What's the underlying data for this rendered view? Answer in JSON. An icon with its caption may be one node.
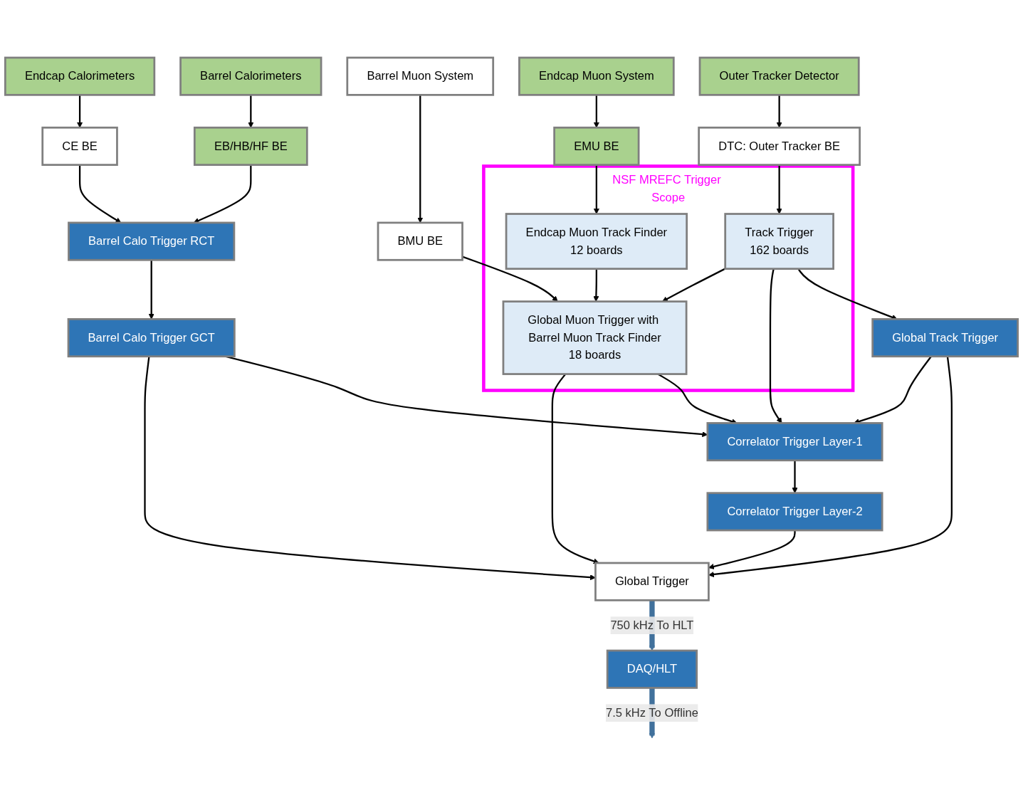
{
  "diagram": {
    "nodes": [
      {
        "text": [
          "Endcap Calorimeters"
        ]
      },
      {
        "text": [
          "Barrel Calorimeters"
        ]
      },
      {
        "text": [
          "Outer Tracker Detector"
        ]
      },
      {
        "text": [
          "Endcap Muon System"
        ]
      },
      {
        "text": [
          "Barrel Muon System"
        ]
      },
      {
        "text": [
          "CE BE"
        ]
      },
      {
        "text": [
          "EB/HB/HF BE"
        ]
      },
      {
        "text": [
          "DTC: Outer Tracker BE"
        ]
      },
      {
        "text": [
          "EMU BE"
        ]
      },
      {
        "text": [
          "BMU BE"
        ]
      },
      {
        "text": [
          "NSF MREFC Trigger Scope"
        ]
      },
      {
        "text": [
          "Track Trigger",
          "162 boards"
        ],
        "in": 10
      },
      {
        "text": [
          "Endcap Muon Track Finder",
          "12 boards"
        ],
        "in": 10
      },
      {
        "text": [
          "Global Muon Trigger with Barrel Muon Track Finder",
          "18 boards"
        ],
        "in": 10
      },
      {
        "text": [
          "Barrel Calo Trigger RCT"
        ]
      },
      {
        "text": [
          "Barrel Calo Trigger GCT"
        ]
      },
      {
        "text": [
          "Global Track Trigger"
        ]
      },
      {
        "text": [
          "Correlator Trigger Layer-1"
        ]
      },
      {
        "text": [
          "Correlator Trigger Layer-2"
        ]
      },
      {
        "text": [
          "Global Trigger"
        ]
      },
      {
        "text": [
          "DAQ/HLT"
        ]
      }
    ],
    "edges": [
      {
        "from": 0,
        "to": 5,
        "arrow": "to"
      },
      {
        "from": 1,
        "to": 6,
        "arrow": "to"
      },
      {
        "from": 2,
        "to": 7,
        "arrow": "to"
      },
      {
        "from": 3,
        "to": 8,
        "arrow": "to"
      },
      {
        "from": 4,
        "to": 9,
        "arrow": "to"
      },
      {
        "from": 5,
        "to": 14,
        "arrow": "to"
      },
      {
        "from": 6,
        "to": 14,
        "arrow": "to"
      },
      {
        "from": 7,
        "to": 11,
        "arrow": "to"
      },
      {
        "from": 8,
        "to": 12,
        "arrow": "to"
      },
      {
        "from": 9,
        "to": 13,
        "arrow": "to"
      },
      {
        "from": 12,
        "to": 13,
        "arrow": "to"
      },
      {
        "from": 11,
        "to": 13,
        "arrow": "to"
      },
      {
        "from": 14,
        "to": 15,
        "arrow": "to"
      },
      {
        "from": 15,
        "to": 19,
        "arrow": "to"
      },
      {
        "from": 15,
        "to": 17,
        "arrow": "to"
      },
      {
        "from": 11,
        "to": 17,
        "arrow": "to"
      },
      {
        "from": 11,
        "to": 16,
        "arrow": "to"
      },
      {
        "from": 16,
        "to": 17,
        "arrow": "to"
      },
      {
        "from": 13,
        "to": 19,
        "arrow": "to"
      },
      {
        "from": 13,
        "to": 17,
        "arrow": "to"
      },
      {
        "from": 17,
        "to": 18,
        "arrow": "to"
      },
      {
        "from": 18,
        "to": 19,
        "arrow": "to"
      },
      {
        "from": 16,
        "to": 19,
        "arrow": "to"
      },
      {
        "from": 19,
        "to": 20,
        "arrow": "to",
        "label": "750 kHz To HLT",
        "style": "thick",
        "color": "#41719c"
      },
      {
        "from": 20,
        "to": null,
        "arrow": "to",
        "label": "7.5 kHz To Offline",
        "style": "thick",
        "color": "#41719c"
      }
    ]
  }
}
